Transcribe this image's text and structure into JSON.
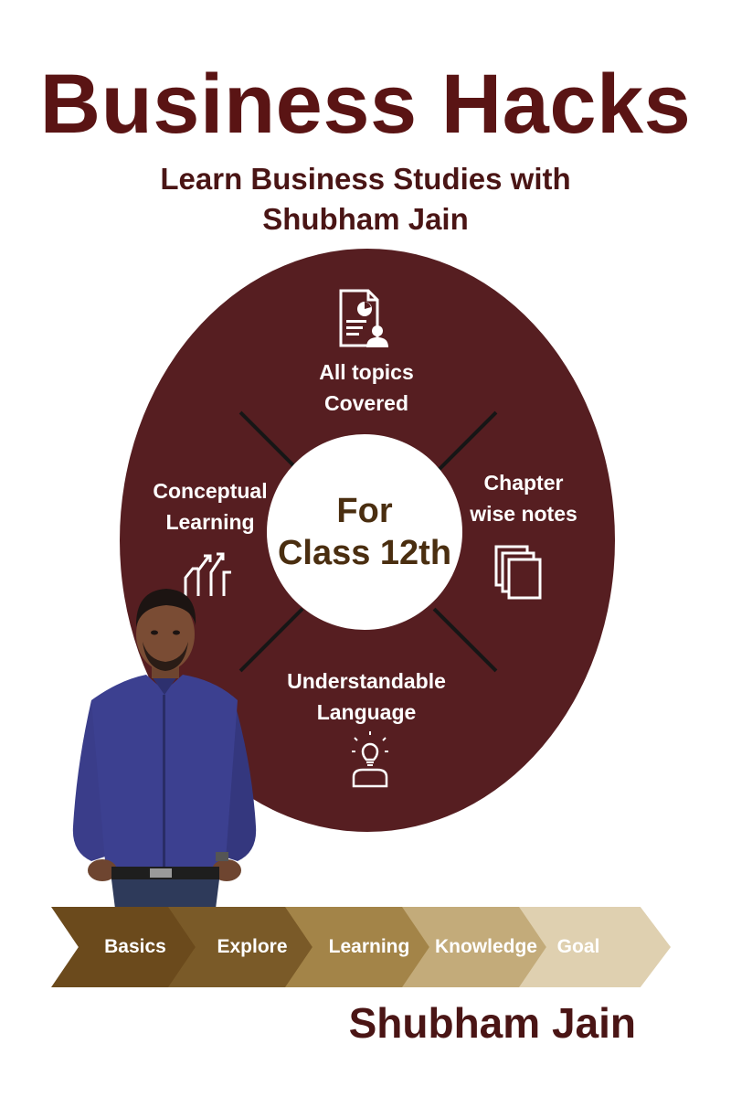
{
  "cover": {
    "title": "Business Hacks",
    "subtitle_lines": [
      "Learn Business Studies with",
      "Shubham Jain"
    ],
    "center": {
      "lines": [
        "For",
        "Class 12th"
      ]
    },
    "features": {
      "top": {
        "lines": [
          "All topics",
          "Covered"
        ],
        "icon": "document-user-icon"
      },
      "left": {
        "lines": [
          "Conceptual",
          "Learning"
        ],
        "icon": "upward-arrows-icon"
      },
      "right": {
        "lines": [
          "Chapter",
          "wise notes"
        ],
        "icon": "stacked-pages-icon"
      },
      "bottom": {
        "lines": [
          "Understandable",
          "Language"
        ],
        "icon": "idea-person-icon"
      }
    },
    "steps": [
      "Basics",
      "Explore",
      "Learning",
      "Knowledge",
      "Goal"
    ],
    "author": "Shubham Jain"
  },
  "colors": {
    "title": "#5a1414",
    "circle": "#561e21",
    "center_text": "#4a2e10",
    "steps": [
      "#6b4a1c",
      "#7a5a28",
      "#a38448",
      "#c3ab7a",
      "#dfd0b0"
    ]
  }
}
